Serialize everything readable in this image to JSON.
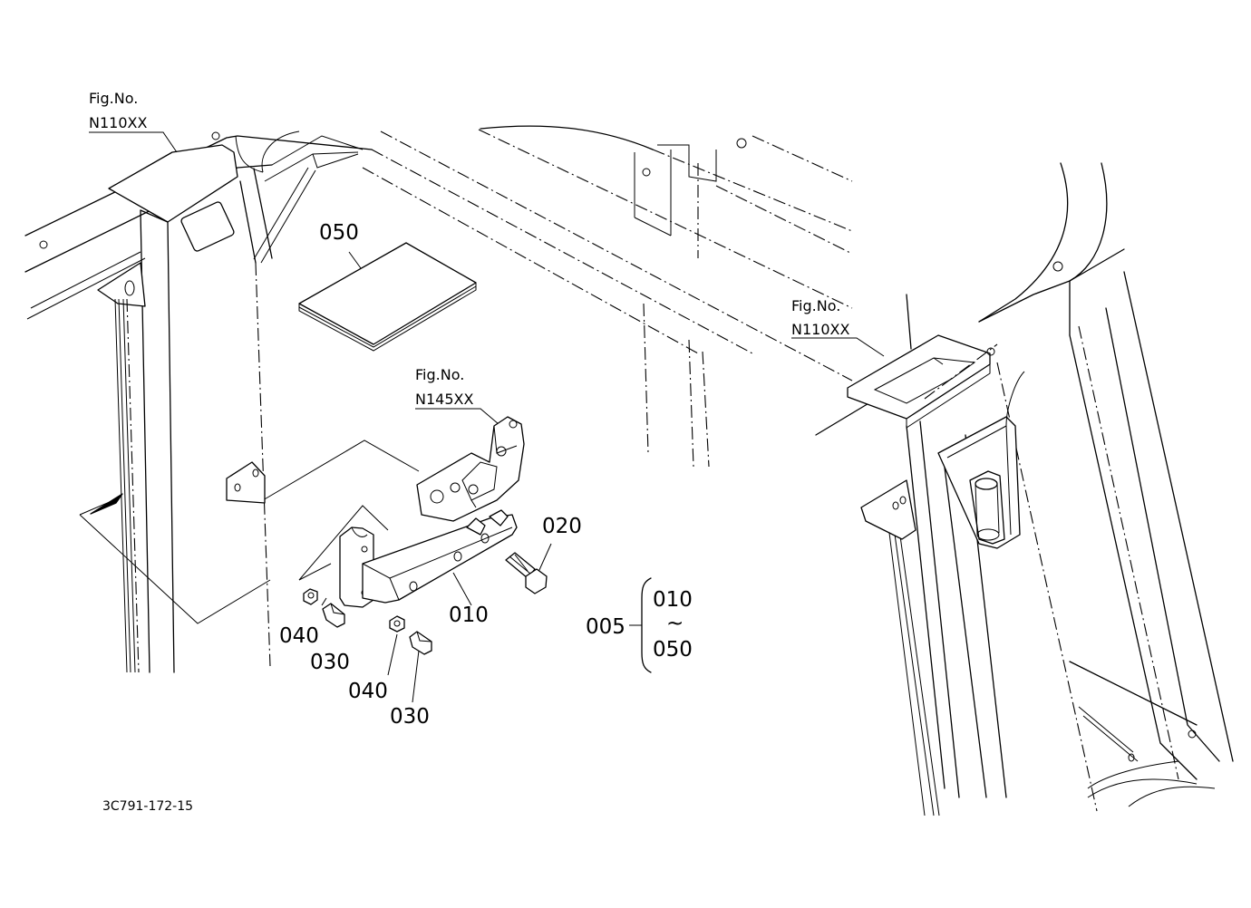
{
  "figure_refs": [
    {
      "title": "Fig.No.",
      "code": "N110XX"
    },
    {
      "title": "Fig.No.",
      "code": "N145XX"
    },
    {
      "title": "Fig.No.",
      "code": "N110XX"
    }
  ],
  "part_labels": {
    "p050": "050",
    "p020": "020",
    "p010": "010",
    "p040a": "040",
    "p030a": "030",
    "p040b": "040",
    "p030b": "030"
  },
  "assembly": {
    "code": "005",
    "range_start": "010",
    "range_sep": "~",
    "range_end": "050"
  },
  "drawing_number": "3C791-172-15"
}
